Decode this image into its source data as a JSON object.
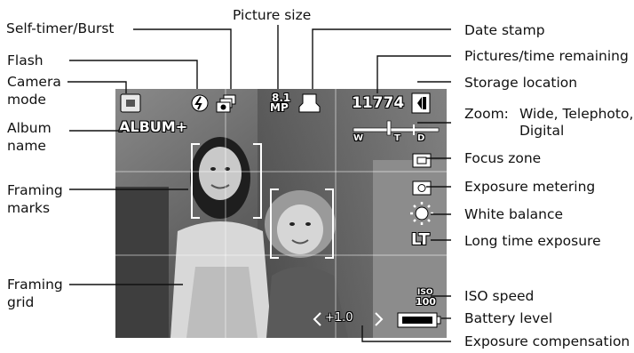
{
  "labels": {
    "self_timer_burst": "Self-timer/Burst",
    "picture_size": "Picture size",
    "date_stamp": "Date stamp",
    "flash": "Flash",
    "pictures_time_remaining": "Pictures/time remaining",
    "camera_mode": "Camera\nmode",
    "storage_location": "Storage location",
    "zoom": "Zoom:",
    "zoom_modes_line1": "Wide, Telephoto,",
    "zoom_modes_line2": "Digital",
    "album_name": "Album\nname",
    "focus_zone": "Focus zone",
    "framing_marks": "Framing\nmarks",
    "exposure_metering": "Exposure metering",
    "white_balance": "White balance",
    "long_time_exposure": "Long time exposure",
    "framing_grid": "Framing\ngrid",
    "iso_speed": "ISO speed",
    "battery_level": "Battery level",
    "exposure_compensation": "Exposure compensation"
  },
  "screen": {
    "album_text": "ALBUM+",
    "picture_count": "11774",
    "megapixels_top": "8.1",
    "megapixels_bottom": "MP",
    "zoom_w": "W",
    "zoom_t": "T",
    "zoom_d": "D",
    "long_time": "LT",
    "iso_top": "ISO",
    "iso_value": "100",
    "exposure_value": "+1.0"
  }
}
